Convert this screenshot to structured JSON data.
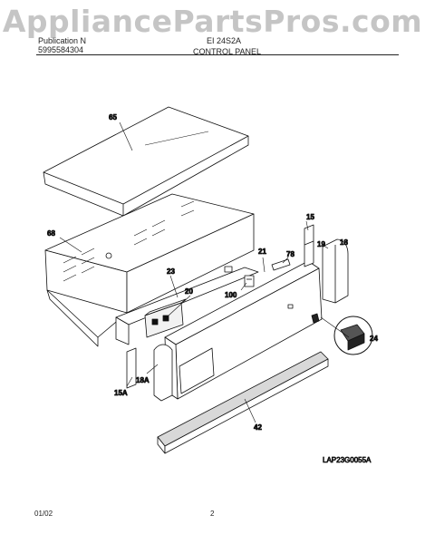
{
  "watermark": "AppliancePartsPros.com",
  "header": {
    "publication_label": "Publication N",
    "publication_number": "5995584304",
    "model": "EI 24S2A",
    "section_title": "CONTROL PANEL"
  },
  "parts": {
    "p65": "65",
    "p68": "68",
    "p15": "15",
    "p18": "18",
    "p78": "78",
    "p21": "21",
    "p19": "19",
    "p23": "23",
    "p20": "20",
    "p100": "100",
    "p24": "24",
    "p18a": "18A",
    "p15a": "15A",
    "p42": "42"
  },
  "diagram_code": "LAP23G0055A",
  "footer": {
    "date": "01/02",
    "page": "2"
  }
}
